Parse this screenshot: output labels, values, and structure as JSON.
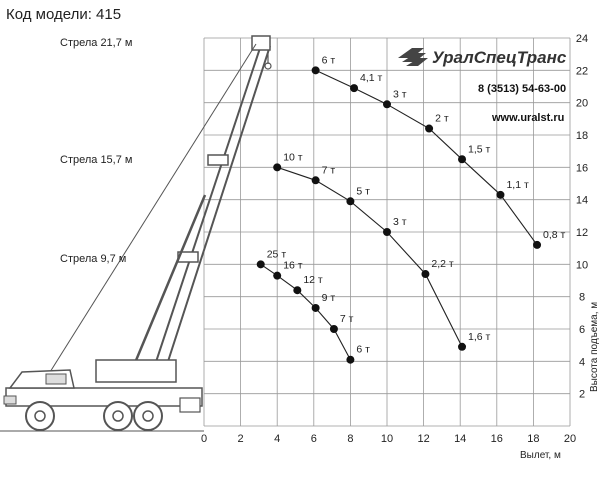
{
  "model_label": "Код модели: 415",
  "company": {
    "name": "УралСпецТранс",
    "phone": "8 (3513) 54-63-00",
    "site": "www.uralst.ru",
    "logo_icon": "wing-logo-icon"
  },
  "colors": {
    "curve": "#222222",
    "point": "#111111",
    "grid": "#999999",
    "crane": "#555555"
  },
  "chart_data": {
    "type": "scatter",
    "xlabel": "Вылет, м",
    "ylabel": "Высота подъема, м",
    "xlim": [
      0,
      20
    ],
    "ylim": [
      0,
      24
    ],
    "x_ticks": [
      0,
      2,
      4,
      6,
      8,
      10,
      12,
      14,
      16,
      18,
      20
    ],
    "y_ticks": [
      2,
      4,
      6,
      8,
      10,
      12,
      14,
      16,
      18,
      20,
      22,
      24
    ],
    "grid": true,
    "series": [
      {
        "name": "Стрела 21,7 м",
        "points": [
          {
            "x": 6.1,
            "y": 22.0,
            "label": "6 т"
          },
          {
            "x": 8.2,
            "y": 20.9,
            "label": "4,1 т"
          },
          {
            "x": 10.0,
            "y": 19.9,
            "label": "3 т"
          },
          {
            "x": 12.3,
            "y": 18.4,
            "label": "2 т"
          },
          {
            "x": 14.1,
            "y": 16.5,
            "label": "1,5 т"
          },
          {
            "x": 16.2,
            "y": 14.3,
            "label": "1,1 т"
          },
          {
            "x": 18.2,
            "y": 11.2,
            "label": "0,8 т"
          }
        ]
      },
      {
        "name": "Стрела 15,7 м",
        "points": [
          {
            "x": 4.0,
            "y": 16.0,
            "label": "10 т"
          },
          {
            "x": 6.1,
            "y": 15.2,
            "label": "7 т"
          },
          {
            "x": 8.0,
            "y": 13.9,
            "label": "5 т"
          },
          {
            "x": 10.0,
            "y": 12.0,
            "label": "3 т"
          },
          {
            "x": 12.1,
            "y": 9.4,
            "label": "2,2 т"
          },
          {
            "x": 14.1,
            "y": 4.9,
            "label": "1,6 т"
          }
        ]
      },
      {
        "name": "Стрела 9,7 м",
        "points": [
          {
            "x": 3.1,
            "y": 10.0,
            "label": "25 т"
          },
          {
            "x": 4.0,
            "y": 9.3,
            "label": "16 т"
          },
          {
            "x": 5.1,
            "y": 8.4,
            "label": "12 т"
          },
          {
            "x": 6.1,
            "y": 7.3,
            "label": "9 т"
          },
          {
            "x": 7.1,
            "y": 6.0,
            "label": "7 т"
          },
          {
            "x": 8.0,
            "y": 4.1,
            "label": "6 т"
          }
        ]
      }
    ]
  }
}
